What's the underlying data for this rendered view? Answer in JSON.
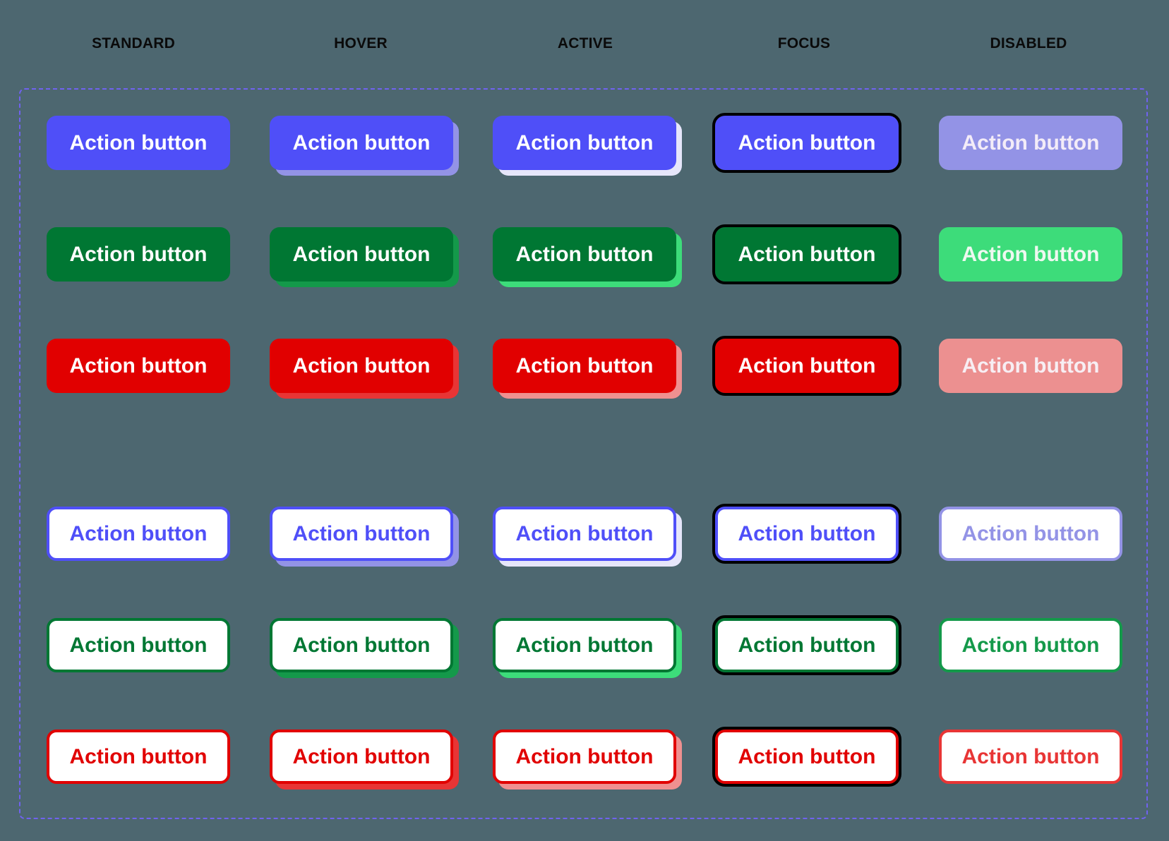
{
  "headers": [
    "STANDARD",
    "HOVER",
    "ACTIVE",
    "FOCUS",
    "DISABLED"
  ],
  "button_label": "Action button",
  "colors": {
    "background": "#4d6770",
    "frame_dash": "#7062f0",
    "primary": "#4f4ff8",
    "primary_light": "#9393e6",
    "primary_pale": "#e6e6fa",
    "success": "#007733",
    "success_mid": "#14994a",
    "success_light": "#3ddc7a",
    "danger": "#e10000",
    "danger_mid": "#e83535",
    "danger_light": "#ec9090",
    "focus_ring": "#000000"
  },
  "rows": [
    {
      "style": "solid",
      "variant": "primary",
      "labels": [
        "Action button",
        "Action button",
        "Action button",
        "Action button",
        "Action button"
      ]
    },
    {
      "style": "solid",
      "variant": "success",
      "labels": [
        "Action button",
        "Action button",
        "Action button",
        "Action button",
        "Action button"
      ]
    },
    {
      "style": "solid",
      "variant": "danger",
      "labels": [
        "Action button",
        "Action button",
        "Action button",
        "Action button",
        "Action button"
      ]
    },
    {
      "style": "outline",
      "variant": "primary",
      "labels": [
        "Action button",
        "Action button",
        "Action button",
        "Action button",
        "Action button"
      ]
    },
    {
      "style": "outline",
      "variant": "success",
      "labels": [
        "Action button",
        "Action button",
        "Action button",
        "Action button",
        "Action button"
      ]
    },
    {
      "style": "outline",
      "variant": "danger",
      "labels": [
        "Action button",
        "Action button",
        "Action button",
        "Action button",
        "Action button"
      ]
    }
  ]
}
